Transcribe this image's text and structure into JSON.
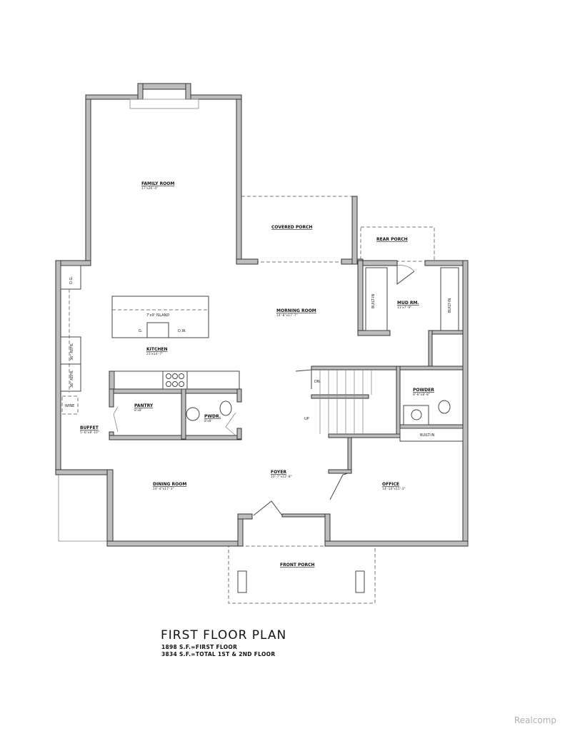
{
  "plan": {
    "title": "FIRST FLOOR PLAN",
    "area_lines": [
      "1898 S.F.=FIRST FLOOR",
      "3834 S.F.=TOTAL 1ST & 2ND FLOOR"
    ]
  },
  "rooms": {
    "family_room": {
      "name": "FAMILY ROOM",
      "size": "17'x26'-4\""
    },
    "covered_porch": {
      "name": "COVERED PORCH"
    },
    "rear_porch": {
      "name": "REAR PORCH"
    },
    "morning_room": {
      "name": "MORNING ROOM",
      "size": "14'-8\"x17'-7\""
    },
    "kitchen": {
      "name": "KITCHEN",
      "size": "21'x14'-7\""
    },
    "island": {
      "name": "7'x9' ISLAND",
      "g": "G.",
      "dw": "D.W."
    },
    "mud_rm": {
      "name": "MUD RM.",
      "size": "11'x7'-9\""
    },
    "pantry": {
      "name": "PANTRY",
      "size": "8'x8'"
    },
    "pwdr": {
      "name": "PWDR.",
      "size": "8'x8'"
    },
    "buffet": {
      "name": "BUFFET",
      "size": "5'-6\"x8'-10\""
    },
    "dining_room": {
      "name": "DINING ROOM",
      "size": "14'-4\"x17'-3\""
    },
    "foyer": {
      "name": "FOYER",
      "size": "10'-7\"x12'-8\""
    },
    "powder": {
      "name": "POWDER",
      "size": "8'-8\"x8'-8\""
    },
    "office": {
      "name": "OFFICE",
      "size": "14'-10\"x11'-3\""
    },
    "front_porch": {
      "name": "FRONT PORCH"
    }
  },
  "labels": {
    "built_in": "BUILT-IN",
    "dn": "DN.",
    "up": "UP",
    "wine": "WINE",
    "dg": "D.G.",
    "refr1": "36\" REFR.",
    "refr2": "36\" REFR."
  },
  "watermark": "Realcomp"
}
